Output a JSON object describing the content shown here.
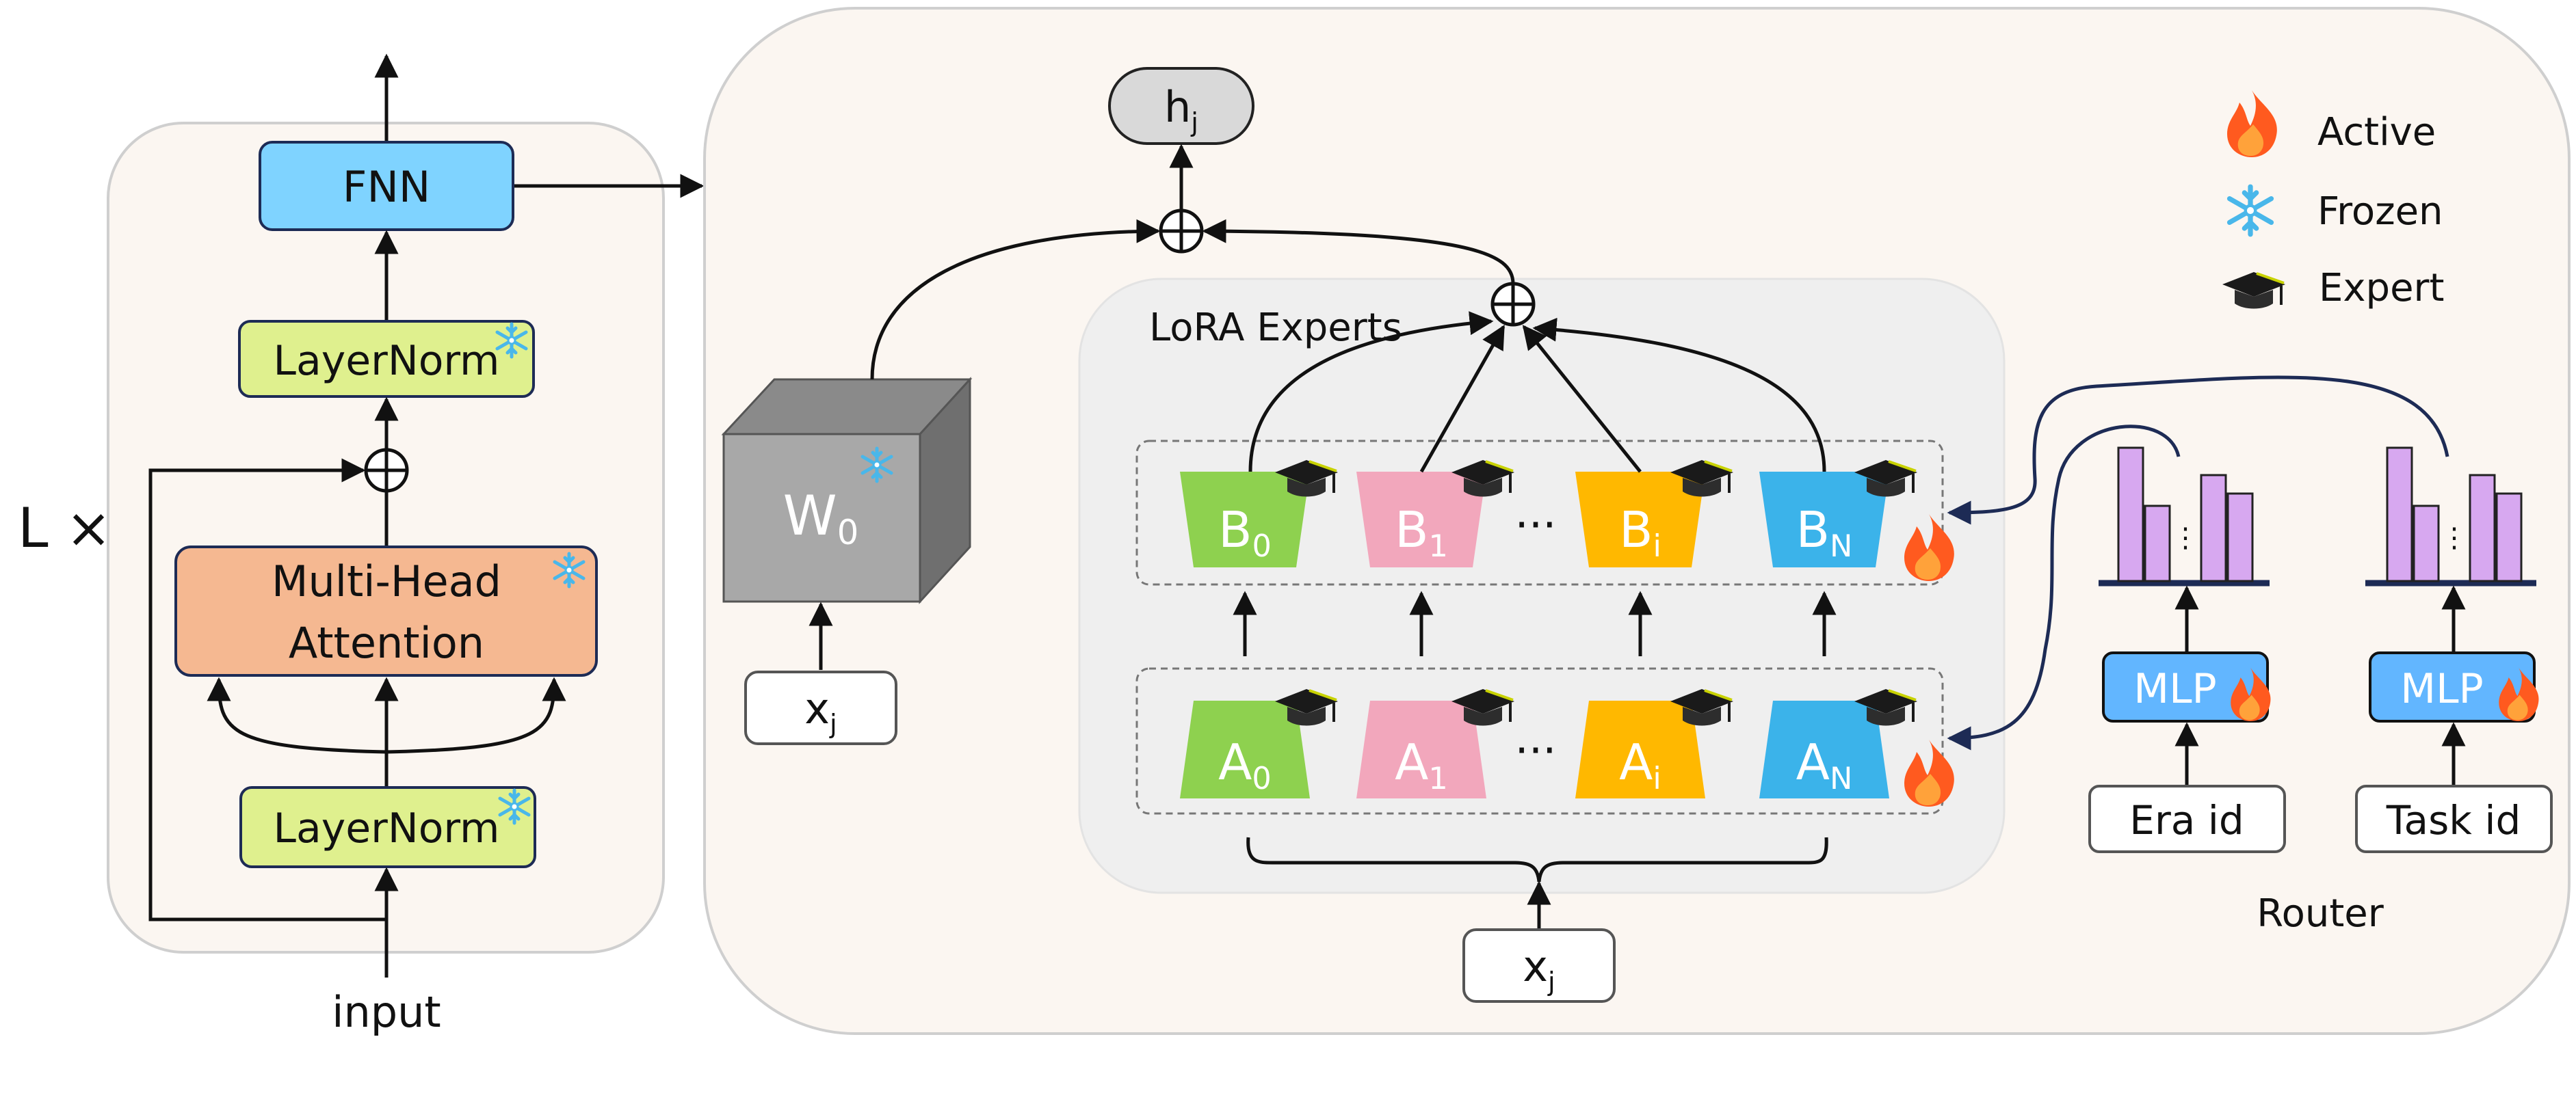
{
  "transformer": {
    "repeat_label": "L ×",
    "input_label": "input",
    "fnn_label": "FNN",
    "layernorm_top_label": "LayerNorm",
    "attention_label_line1": "Multi-Head",
    "attention_label_line2": "Attention",
    "layernorm_bottom_label": "LayerNorm"
  },
  "lora": {
    "output_main": "h",
    "output_sub": "j",
    "weight_main": "W",
    "weight_sub": "0",
    "input_main": "x",
    "input_sub": "j",
    "experts_label": "LoRA Experts",
    "ellipsis": "···",
    "b_experts": [
      {
        "main": "B",
        "sub": "0",
        "color": "#8ed14f"
      },
      {
        "main": "B",
        "sub": "1",
        "color": "#f2a7bc"
      },
      {
        "main": "B",
        "sub": "i",
        "color": "#ffb800"
      },
      {
        "main": "B",
        "sub": "N",
        "color": "#3bb3ea"
      }
    ],
    "a_experts": [
      {
        "main": "A",
        "sub": "0",
        "color": "#8ed14f"
      },
      {
        "main": "A",
        "sub": "1",
        "color": "#f2a7bc"
      },
      {
        "main": "A",
        "sub": "i",
        "color": "#ffb800"
      },
      {
        "main": "A",
        "sub": "N",
        "color": "#3bb3ea"
      }
    ]
  },
  "router": {
    "label": "Router",
    "mlp_left_label": "MLP",
    "mlp_right_label": "MLP",
    "era_id_label": "Era id",
    "task_id_label": "Task id",
    "dots": "⋮"
  },
  "legend": {
    "active_label": "Active",
    "frozen_label": "Frozen",
    "expert_label": "Expert"
  },
  "colors": {
    "fnn": "#7fd3ff",
    "layernorm": "#dff08e",
    "attention": "#f5b891",
    "mlp": "#62b6ff",
    "bars": "#d7a8f0",
    "weight_block": "#a8a8a8",
    "outer_panel": "#fbf6f1",
    "experts_panel": "#efefef",
    "fire": "#ff5a1f",
    "snowflake": "#49b7ea"
  }
}
